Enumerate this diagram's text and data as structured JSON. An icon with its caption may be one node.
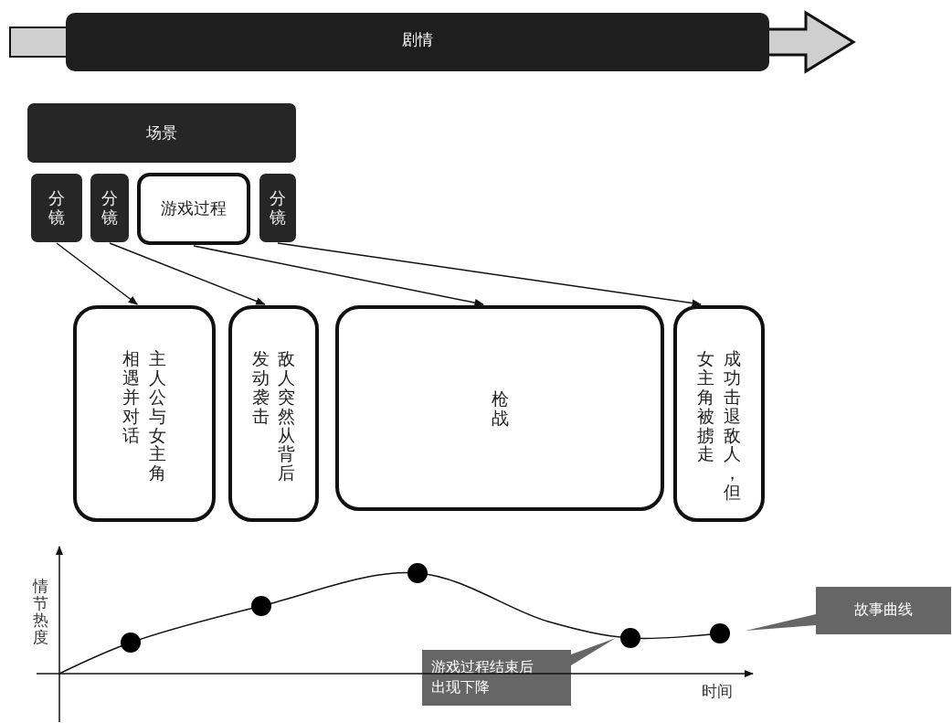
{
  "diagram": {
    "nodes": [
      {
        "text": [
          "剧情"
        ]
      },
      {
        "text": [
          "场景"
        ]
      },
      {
        "text": [
          "分镜"
        ]
      },
      {
        "text": [
          "分镜"
        ]
      },
      {
        "text": [
          "游戏过程"
        ]
      },
      {
        "text": [
          "分镜"
        ]
      },
      {
        "text": [
          "主人公与女主角相遇并对话"
        ]
      },
      {
        "text": [
          "敌人突然从背后发动袭击"
        ]
      },
      {
        "text": [
          "枪战"
        ]
      },
      {
        "text": [
          "成功击退敌人，但女主角被掳走"
        ]
      },
      {
        "text": [
          "故事曲线"
        ]
      },
      {
        "text": [
          "游戏过程结束后出现下降"
        ]
      }
    ],
    "edges": [
      {
        "from": 2,
        "to": 6,
        "arrow": "to"
      },
      {
        "from": 3,
        "to": 7,
        "arrow": "to"
      },
      {
        "from": 4,
        "to": 8,
        "arrow": "to"
      },
      {
        "from": 5,
        "to": 9,
        "arrow": "to"
      }
    ],
    "labels": [
      "情节热度",
      "时间"
    ]
  }
}
